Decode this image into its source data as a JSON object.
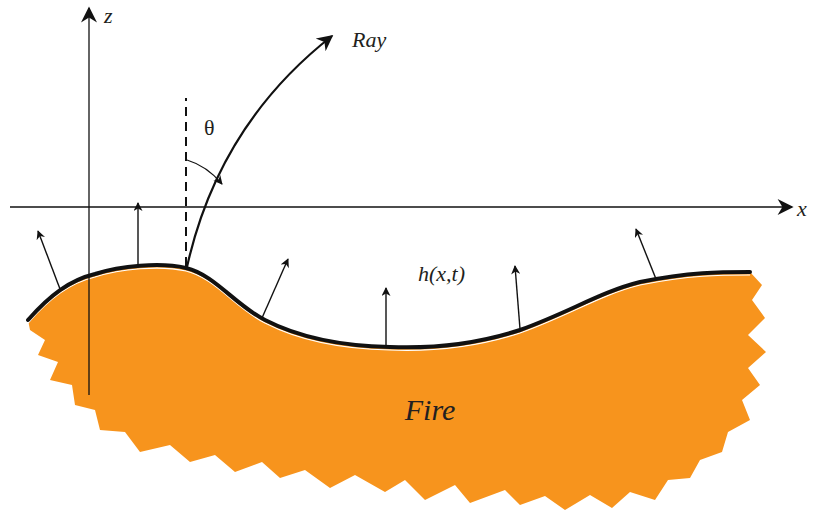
{
  "diagram": {
    "nodes": [
      {
        "text": [
          "Fire"
        ]
      }
    ],
    "labels": [
      "z",
      "x",
      "Ray",
      "θ",
      "h(x,t)"
    ]
  }
}
